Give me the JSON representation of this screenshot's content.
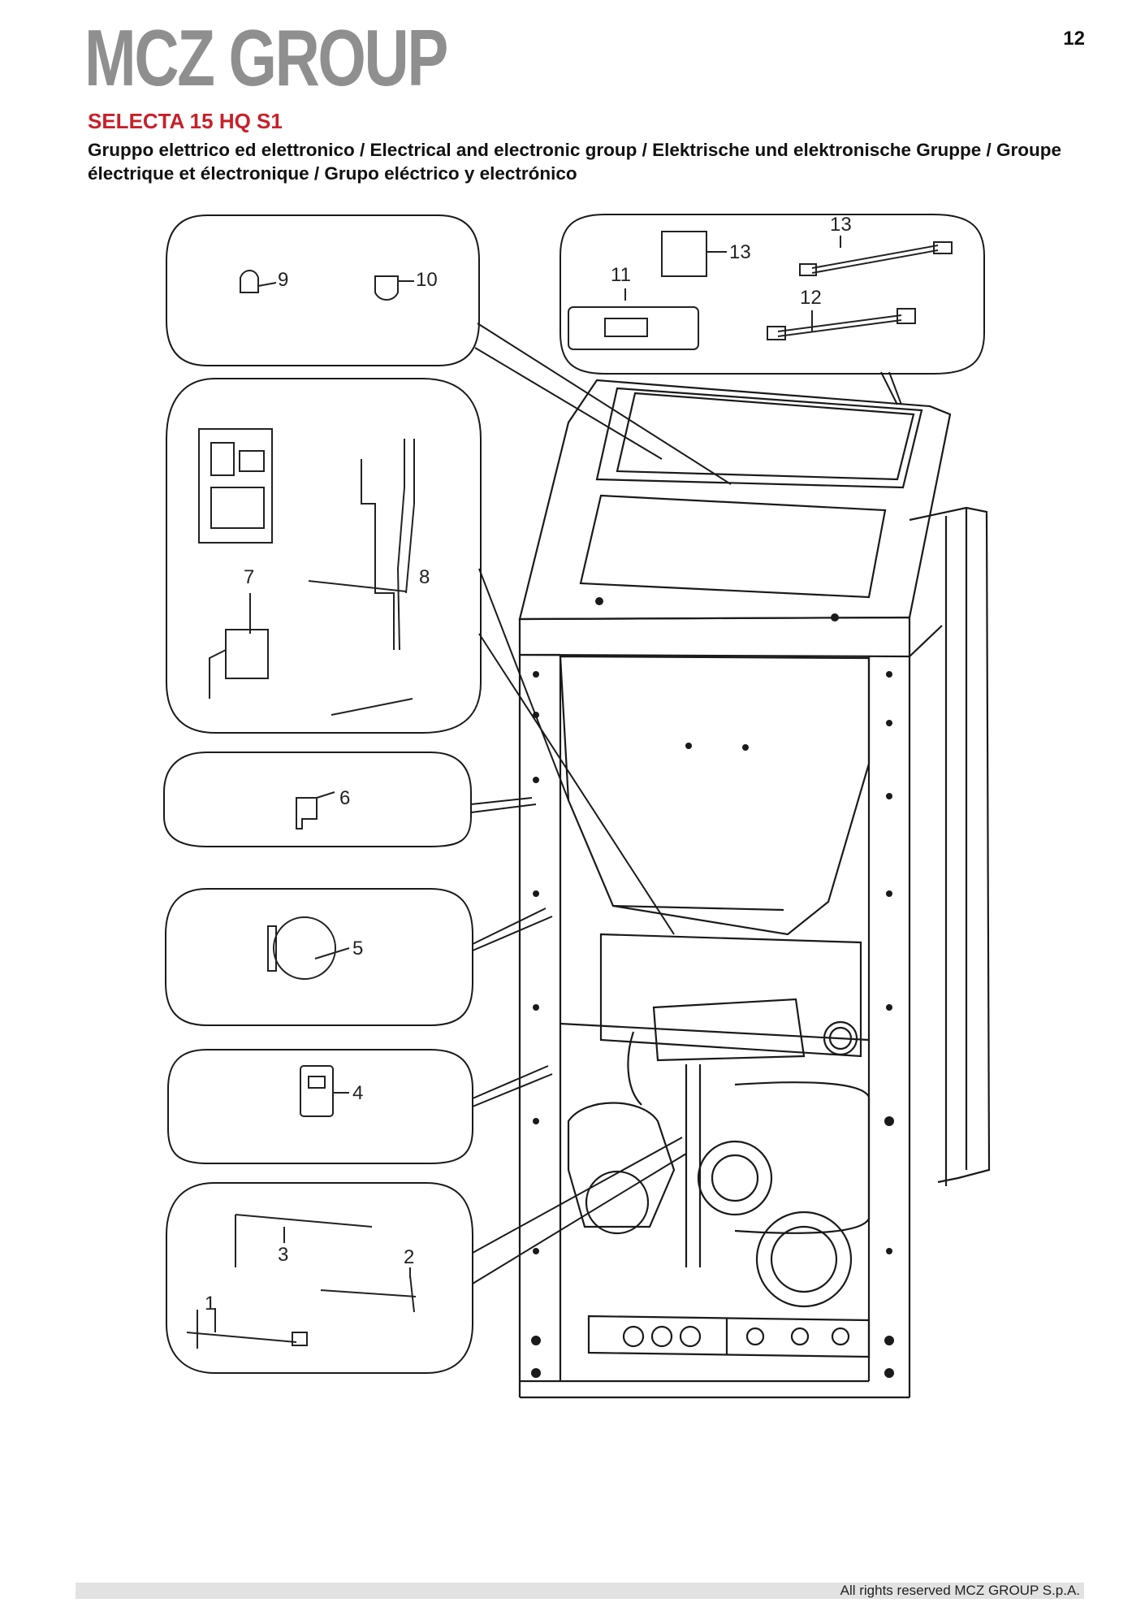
{
  "header": {
    "brand": "MCZ GROUP",
    "page_number": "12",
    "model": "SELECTA 15 HQ S1",
    "subtitle": "Gruppo elettrico ed elettronico / Electrical and electronic group / Elektrische und elektronische Gruppe / Groupe électrique et électronique / Grupo eléctrico y electrónico"
  },
  "callouts": {
    "c1": "1",
    "c2": "2",
    "c3": "3",
    "c4": "4",
    "c5": "5",
    "c6": "6",
    "c7": "7",
    "c8": "8",
    "c9": "9",
    "c10": "10",
    "c11": "11",
    "c12": "12",
    "c13a": "13",
    "c13b": "13"
  },
  "footer": {
    "copyright": "All rights reserved MCZ GROUP S.p.A."
  }
}
